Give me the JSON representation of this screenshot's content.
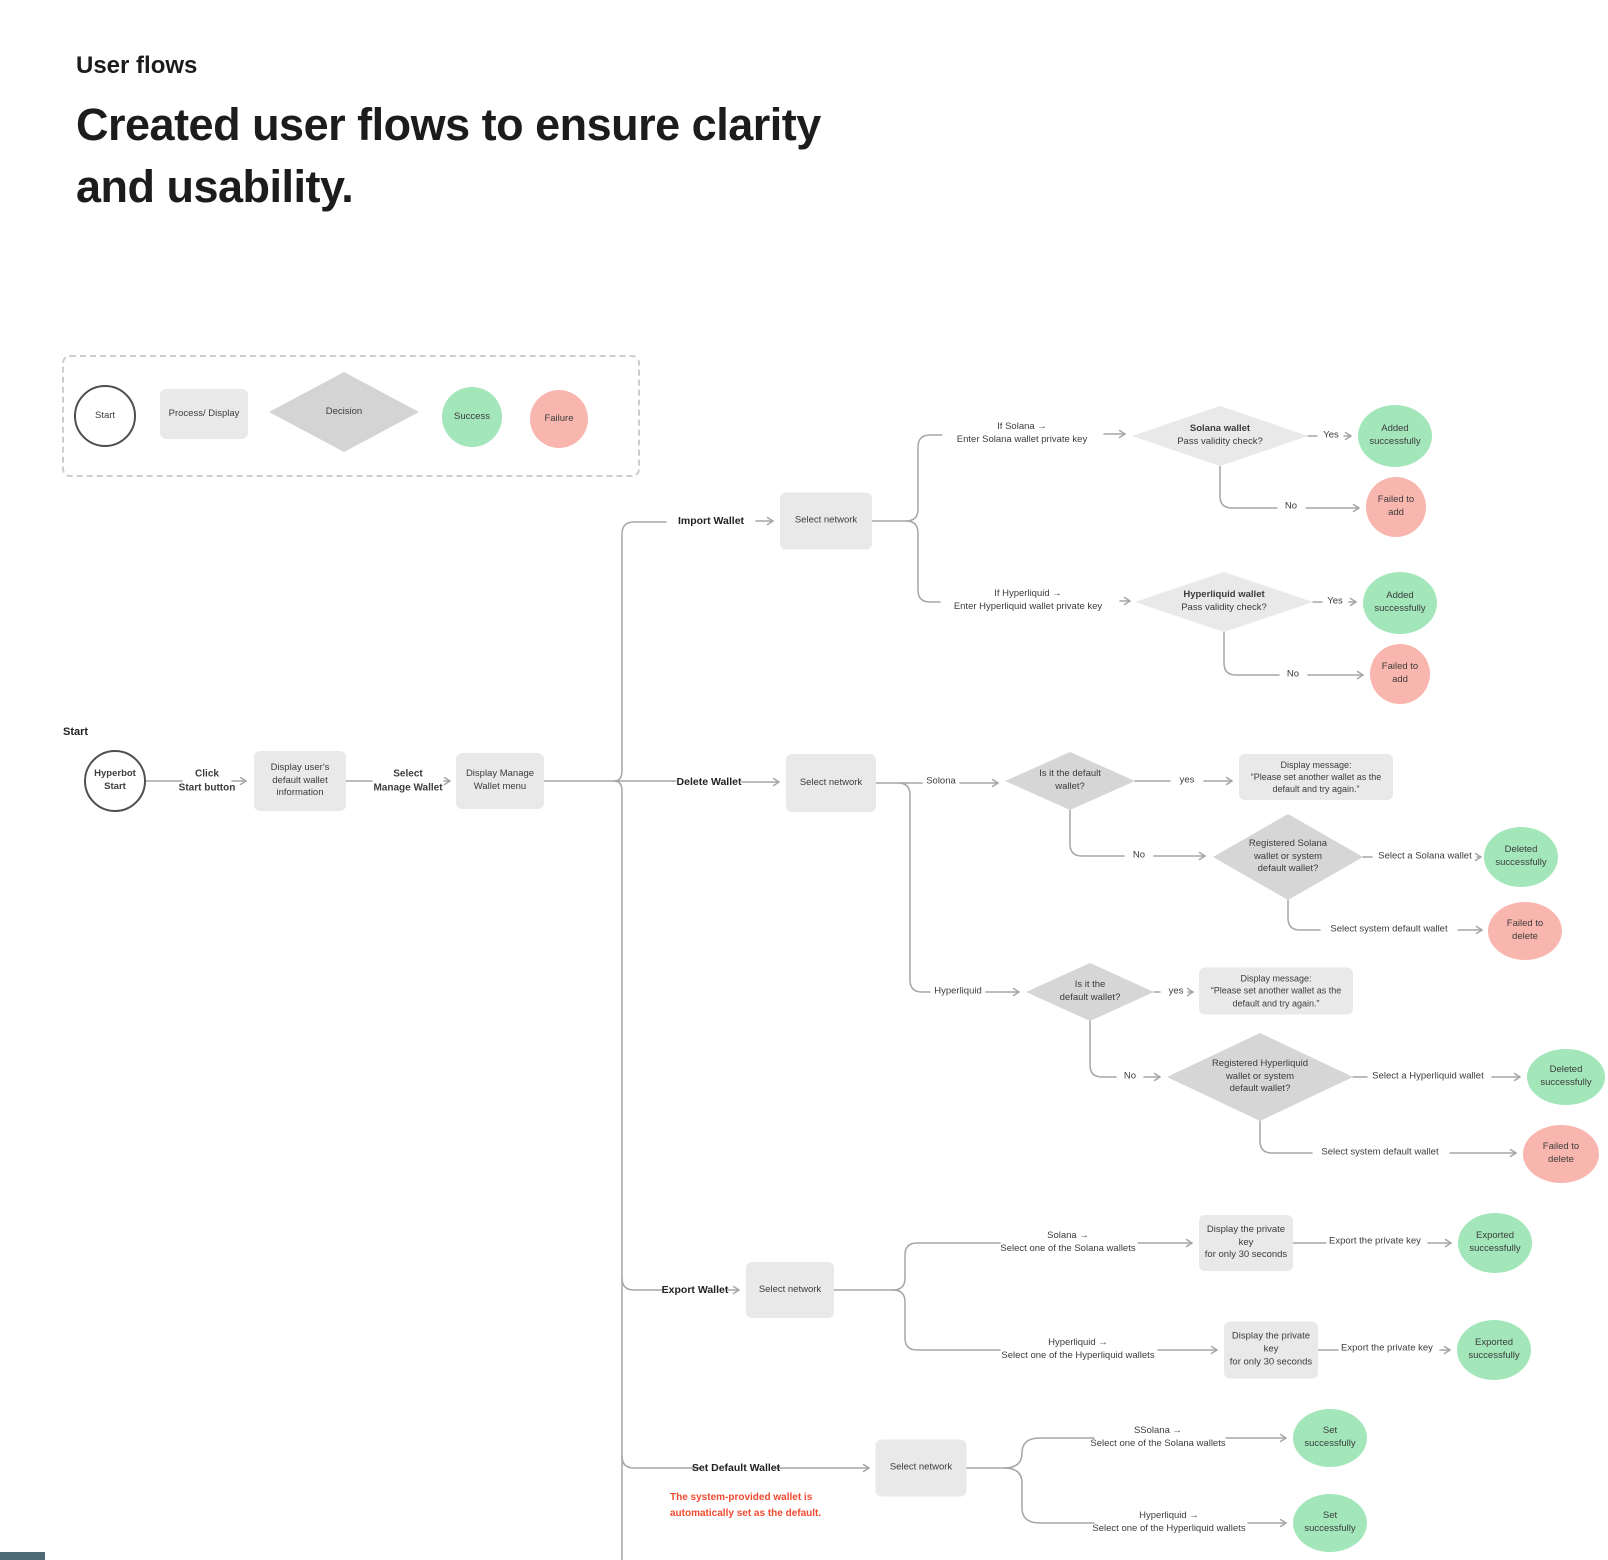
{
  "colors": {
    "success": "#a2e6ba",
    "failure": "#f8b6ae",
    "process": "#e9e9e9",
    "diamond": "#d6d6d6",
    "diamond-light": "#e9e9e9",
    "line": "#a6a6a6",
    "note": "#f04a31",
    "ink": "#1c1c1c",
    "bar": "#4e6a76"
  },
  "header": {
    "eyebrow": "User flows",
    "title_line1": "Created user flows to ensure clarity",
    "title_line2": "and usability."
  },
  "legend": {
    "start": "Start",
    "process": "Process/ Display",
    "decision": "Decision",
    "success": "Success",
    "failure": "Failure"
  },
  "flow": {
    "start_caption": "Start",
    "start": [
      "Hyperbot",
      "Start"
    ],
    "click_start": [
      "Click",
      "Start button"
    ],
    "display_default": [
      "Display user's",
      "default wallet",
      "information"
    ],
    "select_manage": [
      "Select",
      "Manage Wallet"
    ],
    "display_menu": [
      "Display Manage",
      "Wallet menu"
    ]
  },
  "import_wallet": {
    "label": "Import Wallet",
    "select_network": "Select network",
    "solana": {
      "cond": [
        "If Solana →",
        "Enter Solana wallet private key"
      ],
      "check_title": "Solana wallet",
      "check_sub": "Pass validity check?",
      "yes": "Yes",
      "no": "No",
      "success": [
        "Added",
        "successfully"
      ],
      "failure": [
        "Failed to",
        "add"
      ]
    },
    "hyperliquid": {
      "cond": [
        "If Hyperliquid →",
        "Enter Hyperliquid wallet private key"
      ],
      "check_title": "Hyperliquid wallet",
      "check_sub": "Pass validity check?",
      "yes": "Yes",
      "no": "No",
      "success": [
        "Added",
        "successfully"
      ],
      "failure": [
        "Failed to",
        "add"
      ]
    }
  },
  "delete_wallet": {
    "label": "Delete Wallet",
    "select_network": "Select network",
    "solana": {
      "branch": "Solona",
      "default_check": [
        "Is it the default",
        "wallet?"
      ],
      "yes": "yes",
      "no": "No",
      "message": [
        "Display message:",
        "“Please set another wallet as the",
        "default and try again.”"
      ],
      "registered_check": [
        "Registered Solana",
        "wallet or system",
        "default wallet?"
      ],
      "select_wallet": "Select a Solana wallet",
      "select_system": "Select system default wallet",
      "success": [
        "Deleted",
        "successfully"
      ],
      "failure": [
        "Failed to",
        "delete"
      ]
    },
    "hyperliquid": {
      "branch": "Hyperliquid",
      "default_check": [
        "Is it the",
        "default wallet?"
      ],
      "yes": "yes",
      "no": "No",
      "message": [
        "Display message:",
        "“Please set another wallet as the",
        "default and try again.”"
      ],
      "registered_check": [
        "Registered Hyperliquid",
        "wallet or system",
        "default wallet?"
      ],
      "select_wallet": "Select a Hyperliquid wallet",
      "select_system": "Select system default wallet",
      "success": [
        "Deleted",
        "successfully"
      ],
      "failure": [
        "Failed to",
        "delete"
      ]
    }
  },
  "export_wallet": {
    "label": "Export Wallet",
    "select_network": "Select network",
    "solana": {
      "cond": [
        "Solana →",
        "Select one of the Solana wallets"
      ],
      "display": [
        "Display the private key",
        "for only 30 seconds"
      ],
      "action": "Export the private key",
      "success": [
        "Exported",
        "successfully"
      ]
    },
    "hyperliquid": {
      "cond": [
        "Hyperliquid →",
        "Select one of the Hyperliquid wallets"
      ],
      "display": [
        "Display the private key",
        "for only 30 seconds"
      ],
      "action": "Export the private key",
      "success": [
        "Exported",
        "successfully"
      ]
    }
  },
  "set_default": {
    "label": "Set Default Wallet",
    "note": [
      "The system-provided wallet is",
      "automatically set as the default."
    ],
    "select_network": "Select network",
    "solana": {
      "cond": [
        "SSolana →",
        "Select one of the Solana wallets"
      ],
      "success": [
        "Set",
        "successfully"
      ]
    },
    "hyperliquid": {
      "cond": [
        "Hyperliquid →",
        "Select one of the Hyperliquid wallets"
      ],
      "success": [
        "Set",
        "successfully"
      ]
    }
  }
}
